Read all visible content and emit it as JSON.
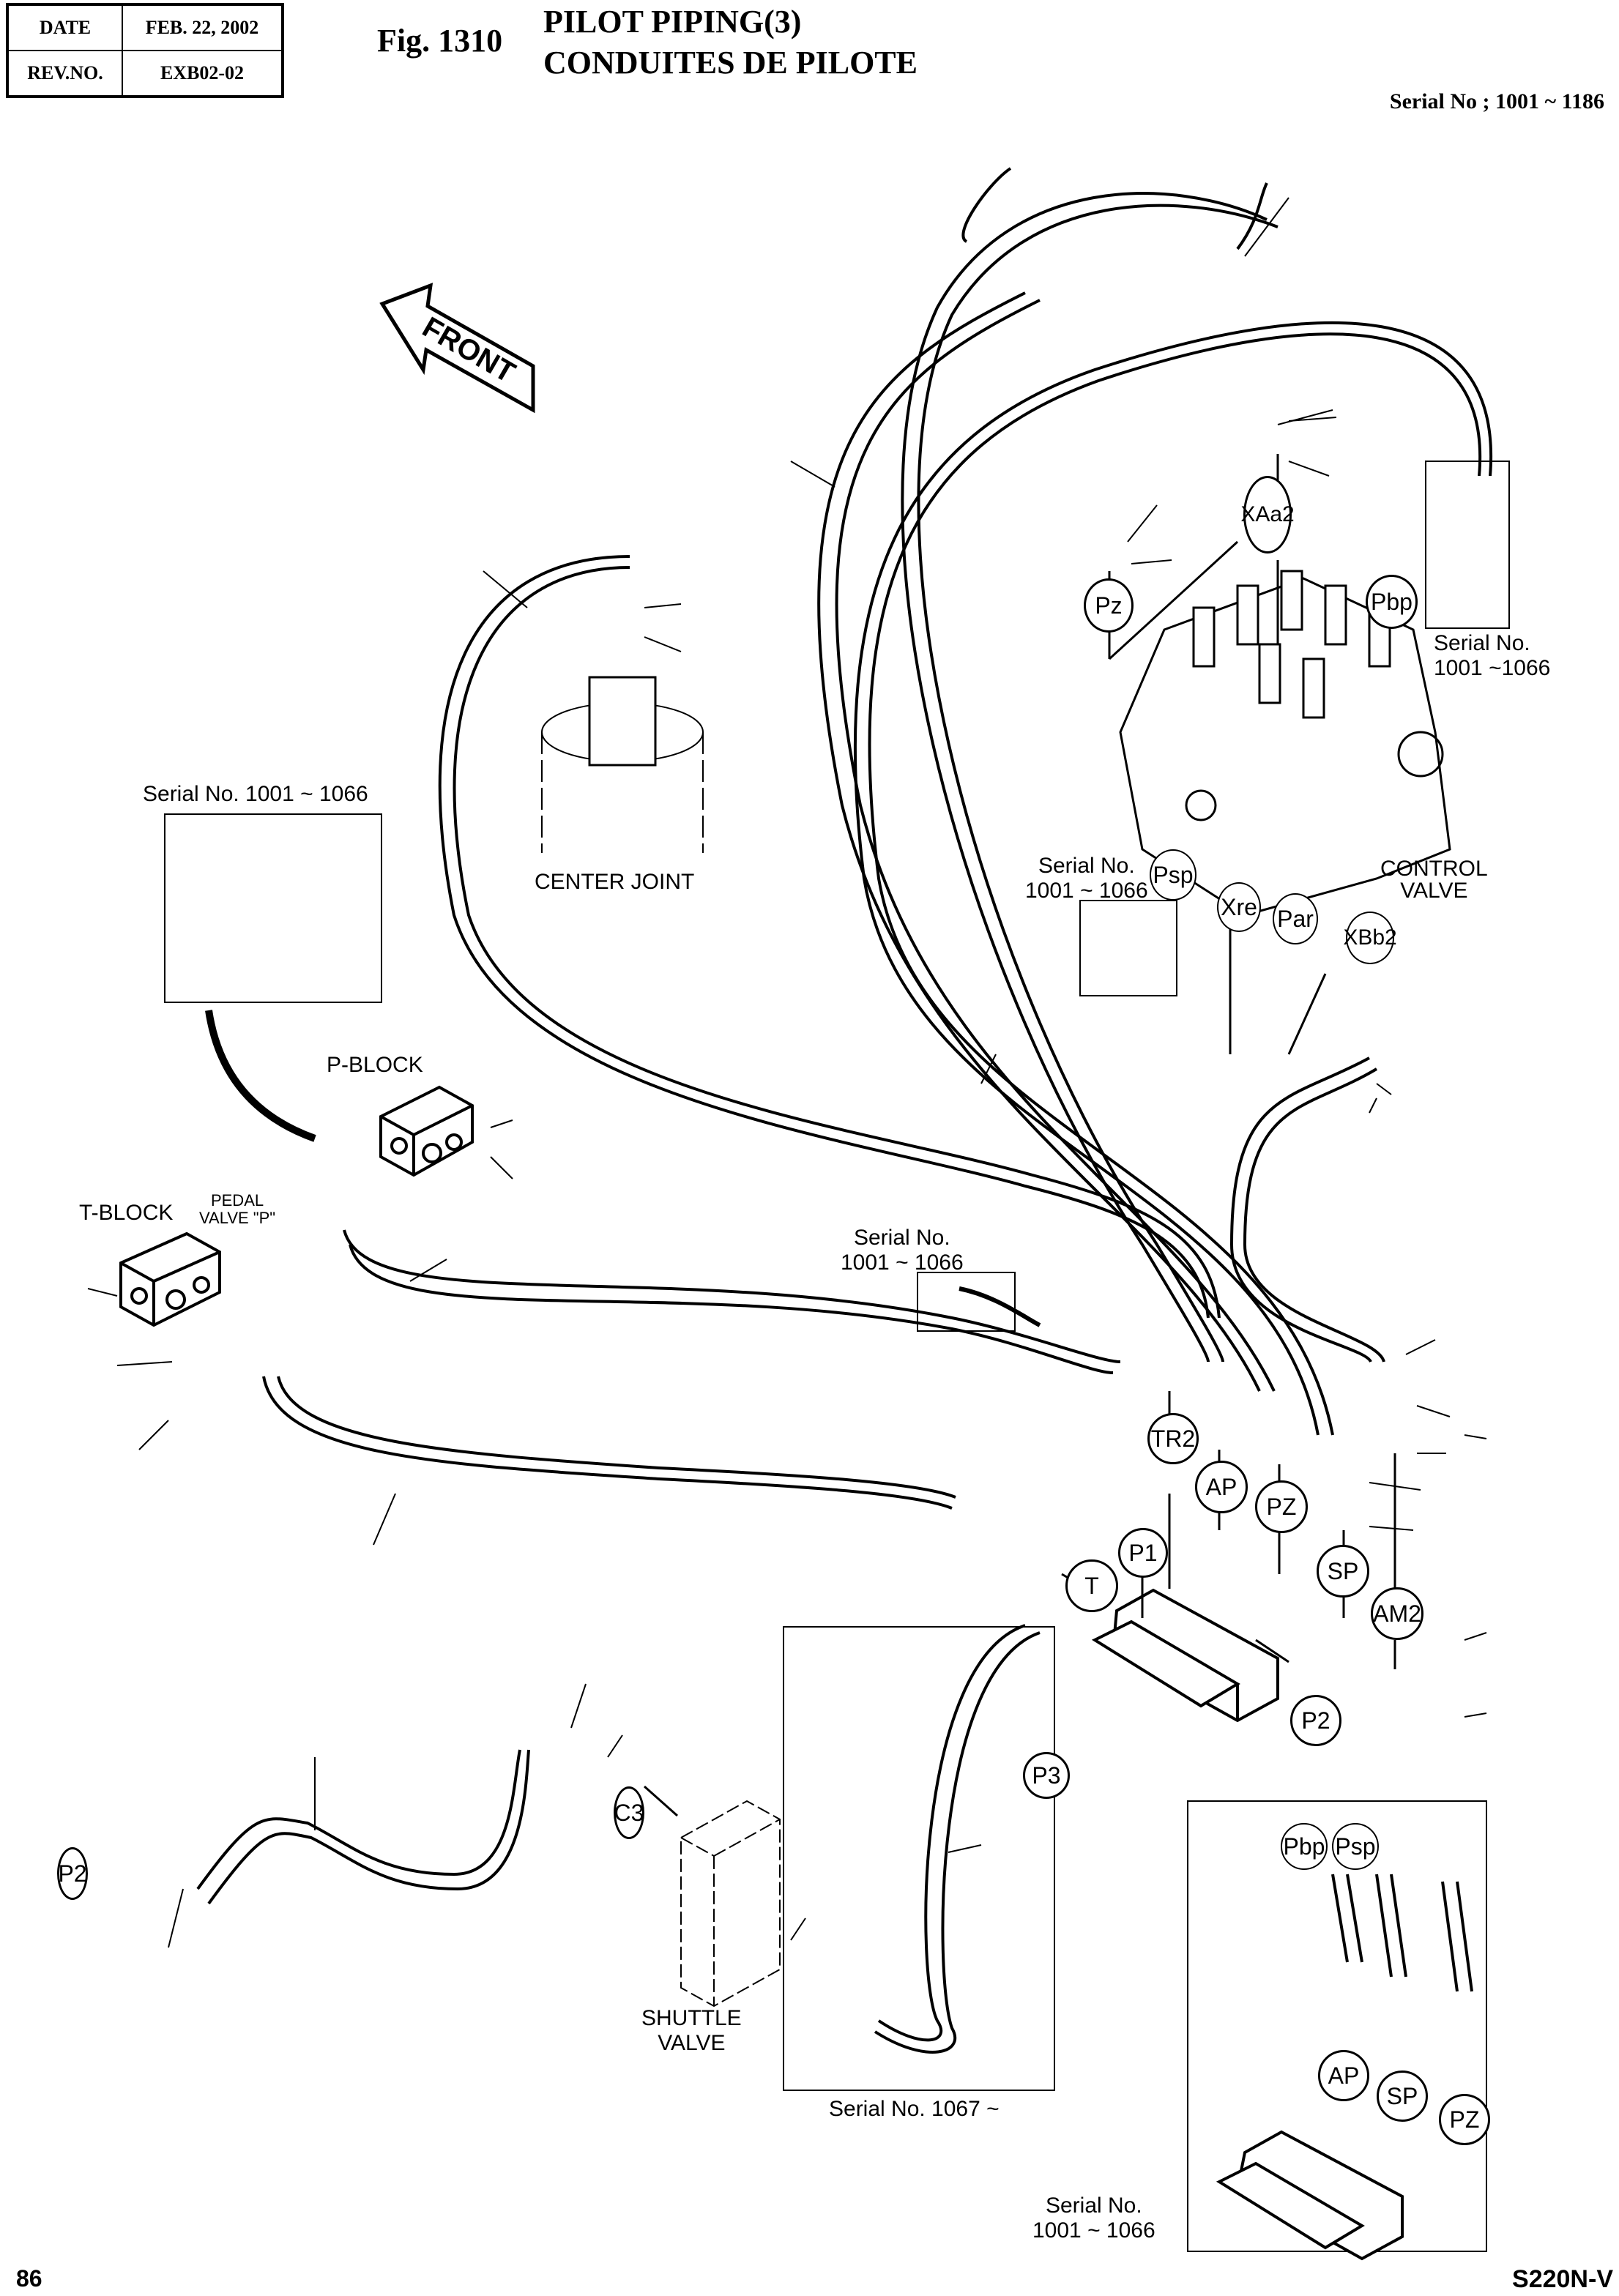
{
  "header": {
    "date_label": "DATE",
    "date_value": "FEB. 22, 2002",
    "rev_label": "REV.NO.",
    "rev_value": "EXB02-02",
    "figure": "Fig. 1310",
    "title_en": "PILOT PIPING(3)",
    "title_fr": "CONDUITES DE PILOTE",
    "serial_range": "Serial No ; 1001 ~ 1186"
  },
  "footer": {
    "page_number": "86",
    "model": "S220N-V"
  },
  "labels": {
    "front_arrow": "FRONT",
    "center_joint": "CENTER JOINT",
    "control_valve_1": "CONTROL",
    "control_valve_2": "VALVE",
    "p_block": "P-BLOCK",
    "t_block": "T-BLOCK",
    "pedal_valve_1": "PEDAL",
    "pedal_valve_2": "VALVE \"P\"",
    "shuttle_valve_1": "SHUTTLE",
    "shuttle_valve_2": "VALVE"
  },
  "serial_notes": {
    "pblock_inset": "Serial No. 1001 ~ 1066",
    "pbp_inset_1": "Serial No.",
    "pbp_inset_2": "1001 ~1066",
    "psp_inset_1": "Serial No.",
    "psp_inset_2": "1001 ~ 1066",
    "elbow_inset_1": "Serial No.",
    "elbow_inset_2": "1001 ~ 1066",
    "shuttle_inset": "Serial No. 1067 ~",
    "block_inset_1": "Serial No.",
    "block_inset_2": "1001 ~ 1066"
  },
  "port_bubbles": {
    "xaa2": "XAa2",
    "pz_valve": "Pz",
    "pbp": "Pbp",
    "psp": "Psp",
    "xre": "Xre",
    "par": "Par",
    "xbb2": "XBb2",
    "tr2": "TR2",
    "ap": "AP",
    "pz": "PZ",
    "sp": "SP",
    "am2": "AM2",
    "p1": "P1",
    "t": "T",
    "p2_block": "P2",
    "p3": "P3",
    "c3": "C3",
    "p2_left": "P2",
    "inset_pbp": "Pbp",
    "inset_psp": "Psp",
    "inset_ap": "AP",
    "inset_sp": "SP",
    "inset_pz": "PZ"
  }
}
